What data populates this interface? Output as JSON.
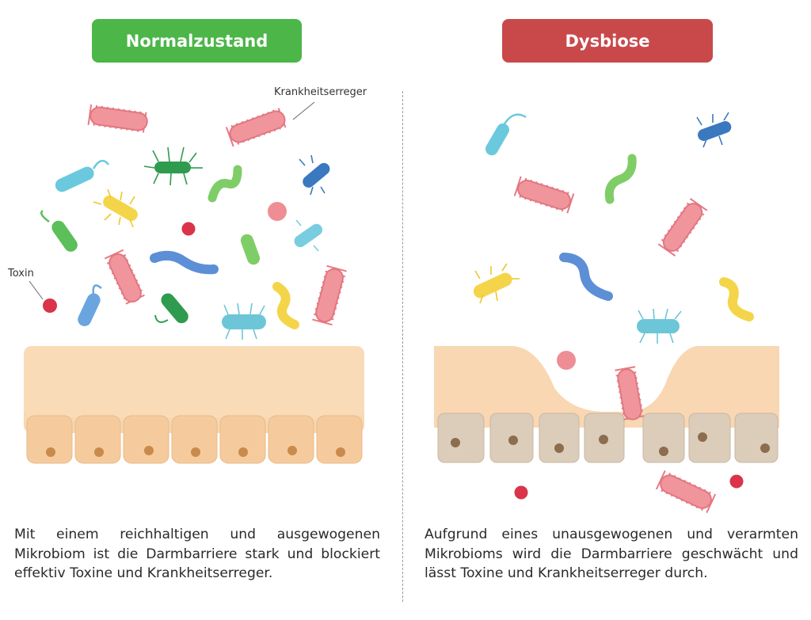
{
  "left": {
    "title": "Normalzustand",
    "caption": "Mit einem reichhaltigen und ausgewogenen Mikrobiom ist die Darmbarriere stark und blockiert effektiv Toxine und Krankheitserreger.",
    "labels": {
      "toxin": "Toxin",
      "pathogen": "Krankheitserreger"
    }
  },
  "right": {
    "title": "Dysbiose",
    "caption": "Aufgrund eines unausgewogenen und verarmten Mikrobioms wird die Darmbarriere geschwächt und lässt Toxine und Krankheitserreger durch."
  },
  "colors": {
    "green": "#4cb649",
    "red": "#c9494b",
    "healthy_tissue": "#f7d4ac",
    "damaged_tissue": "#d9cbb8",
    "pathogen": "#ef8d95",
    "toxin": "#d9344a"
  }
}
